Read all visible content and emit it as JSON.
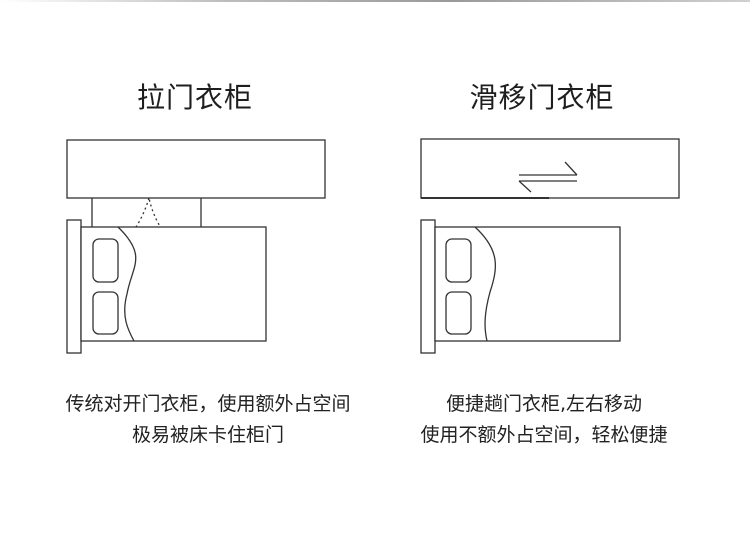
{
  "hinged": {
    "title": "拉门衣柜",
    "caption_line1": "传统对开门衣柜，使用额外占空间",
    "caption_line2": "极易被床卡住柜门"
  },
  "sliding": {
    "title": "滑移门衣柜",
    "caption_line1": "便捷趟门衣柜,左右移动",
    "caption_line2": "使用不额外占空间，轻松便捷"
  },
  "colors": {
    "stroke": "#333333",
    "background": "#ffffff"
  }
}
